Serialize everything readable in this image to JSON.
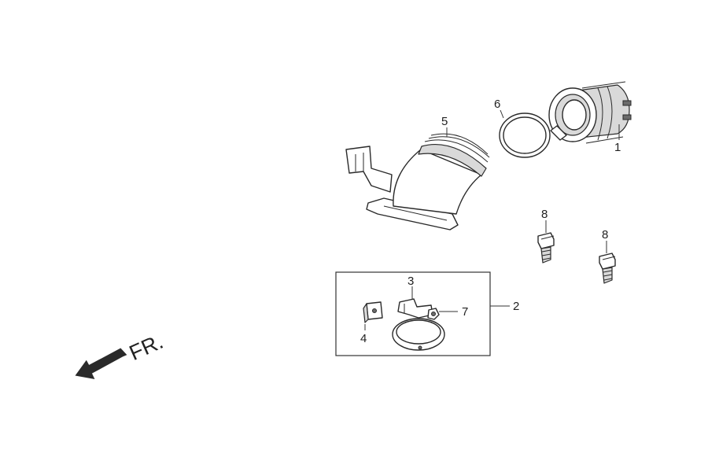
{
  "labels": {
    "p1": "1",
    "p2": "2",
    "p3": "3",
    "p4": "4",
    "p5": "5",
    "p6": "6",
    "p7": "7",
    "p8a": "8",
    "p8b": "8"
  },
  "direction": {
    "text": "FR."
  },
  "colors": {
    "line": "#2a2a2a",
    "shade": "#d9d9d9",
    "dark": "#6b6b6b"
  }
}
